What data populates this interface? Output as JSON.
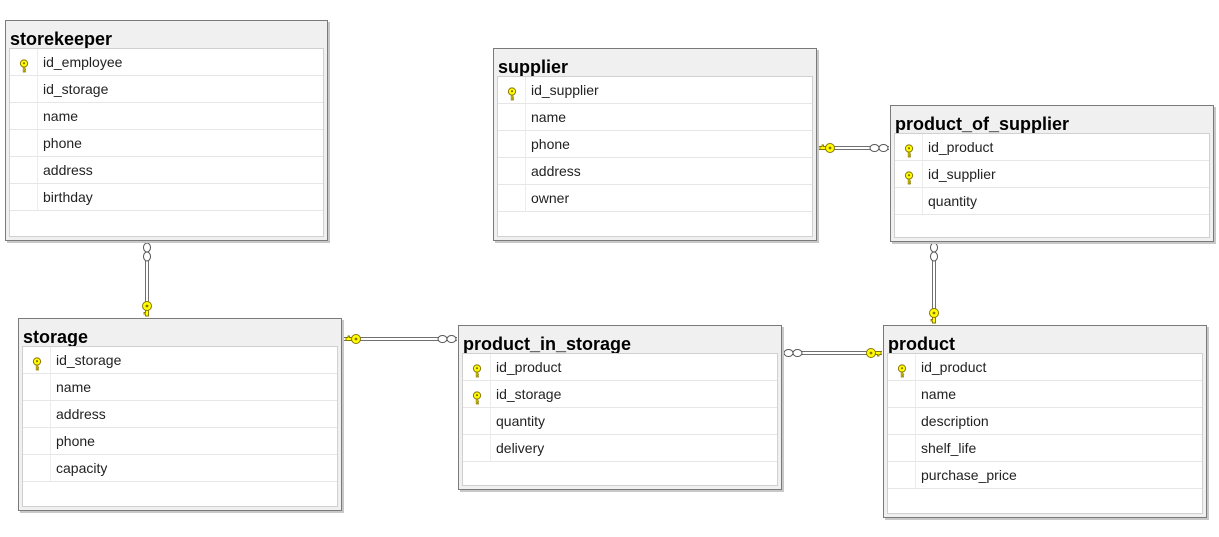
{
  "tables": {
    "storekeeper": {
      "title": "storekeeper",
      "columns": [
        {
          "name": "id_employee",
          "key": true
        },
        {
          "name": "id_storage",
          "key": false
        },
        {
          "name": "name",
          "key": false
        },
        {
          "name": "phone",
          "key": false
        },
        {
          "name": "address",
          "key": false
        },
        {
          "name": "birthday",
          "key": false
        }
      ]
    },
    "supplier": {
      "title": "supplier",
      "columns": [
        {
          "name": "id_supplier",
          "key": true
        },
        {
          "name": "name",
          "key": false
        },
        {
          "name": "phone",
          "key": false
        },
        {
          "name": "address",
          "key": false
        },
        {
          "name": "owner",
          "key": false
        }
      ]
    },
    "product_of_supplier": {
      "title": "product_of_supplier",
      "columns": [
        {
          "name": "id_product",
          "key": true
        },
        {
          "name": "id_supplier",
          "key": true
        },
        {
          "name": "quantity",
          "key": false
        }
      ]
    },
    "storage": {
      "title": "storage",
      "columns": [
        {
          "name": "id_storage",
          "key": true
        },
        {
          "name": "name",
          "key": false
        },
        {
          "name": "address",
          "key": false
        },
        {
          "name": "phone",
          "key": false
        },
        {
          "name": "capacity",
          "key": false
        }
      ]
    },
    "product_in_storage": {
      "title": "product_in_storage",
      "columns": [
        {
          "name": "id_product",
          "key": true
        },
        {
          "name": "id_storage",
          "key": true
        },
        {
          "name": "quantity",
          "key": false
        },
        {
          "name": "delivery",
          "key": false
        }
      ]
    },
    "product": {
      "title": "product",
      "columns": [
        {
          "name": "id_product",
          "key": true
        },
        {
          "name": "name",
          "key": false
        },
        {
          "name": "description",
          "key": false
        },
        {
          "name": "shelf_life",
          "key": false
        },
        {
          "name": "purchase_price",
          "key": false
        }
      ]
    }
  },
  "icons": {
    "primary_key": "key-icon",
    "relationship_one": "key-icon",
    "relationship_many": "infinity-icon"
  },
  "colors": {
    "key_fill": "#ffff00",
    "key_stroke": "#8a7400",
    "line": "#707070",
    "header_bg": "#f0f0f0"
  }
}
